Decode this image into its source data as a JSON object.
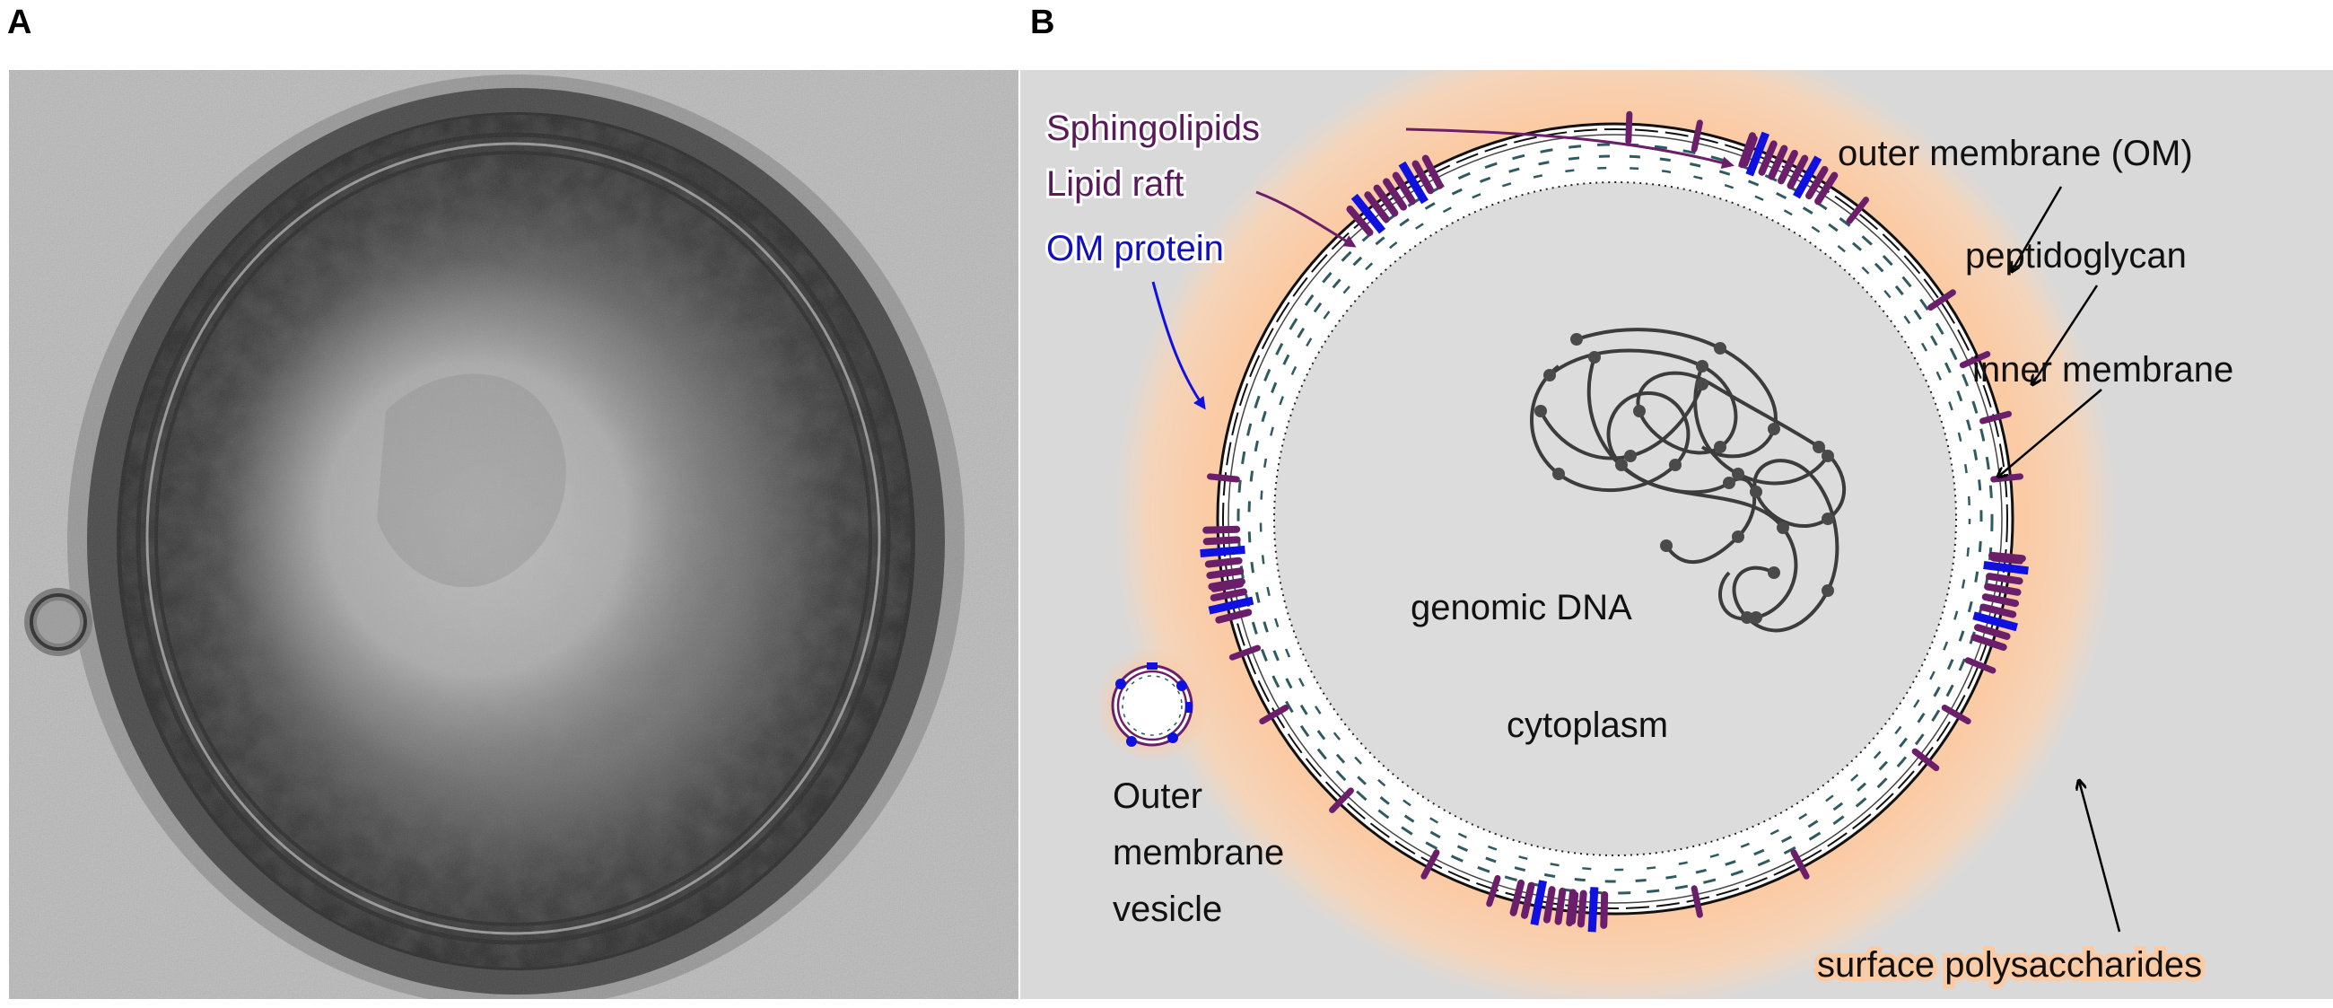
{
  "panels": {
    "a": {
      "letter": "A"
    },
    "b": {
      "letter": "B"
    }
  },
  "labels": {
    "sphingolipids": "Sphingolipids",
    "lipid_raft": "Lipid raft",
    "om_protein": "OM protein",
    "outer_membrane": "outer membrane (OM)",
    "peptidoglycan": "peptidoglycan",
    "inner_membrane": "inner membrane",
    "genomic_dna": "genomic DNA",
    "cytoplasm": "cytoplasm",
    "vesicle_line1": "Outer",
    "vesicle_line2": "membrane",
    "vesicle_line3": "vesicle",
    "surface_polysaccharides": "surface polysaccharides"
  },
  "colors": {
    "background_b": "#d9d9d9",
    "halo": "#fbcba6",
    "sphingolipid": "#6b1f6b",
    "label_purple": "#5a1a5a",
    "om_protein": "#1010e0",
    "peptidoglycan": "#2f5a5f",
    "dna": "#3c3c3c"
  }
}
